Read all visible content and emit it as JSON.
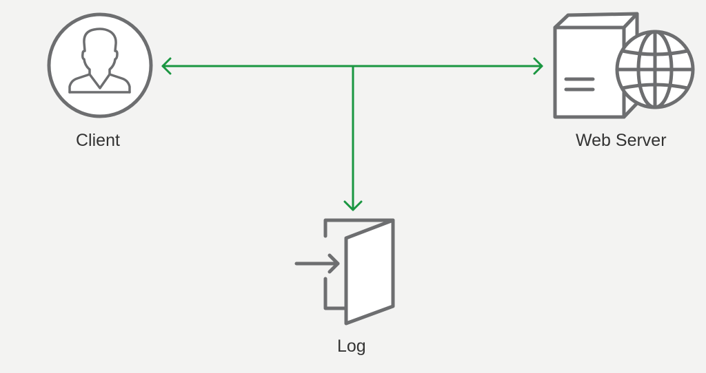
{
  "nodes": {
    "client": {
      "label": "Client",
      "icon": "user-icon"
    },
    "web_server": {
      "label": "Web Server",
      "icon": "server-globe-icon"
    },
    "log": {
      "label": "Log",
      "icon": "log-door-icon"
    }
  },
  "edges": [
    {
      "from": "junction",
      "to": "client",
      "style": "arrow"
    },
    {
      "from": "junction",
      "to": "web_server",
      "style": "arrow"
    },
    {
      "from": "junction",
      "to": "log",
      "style": "arrow"
    }
  ],
  "colors": {
    "background": "#f3f3f2",
    "connector": "#1a9641",
    "icon_stroke": "#6d6e70",
    "icon_fill": "#ffffff",
    "text": "#333333"
  }
}
